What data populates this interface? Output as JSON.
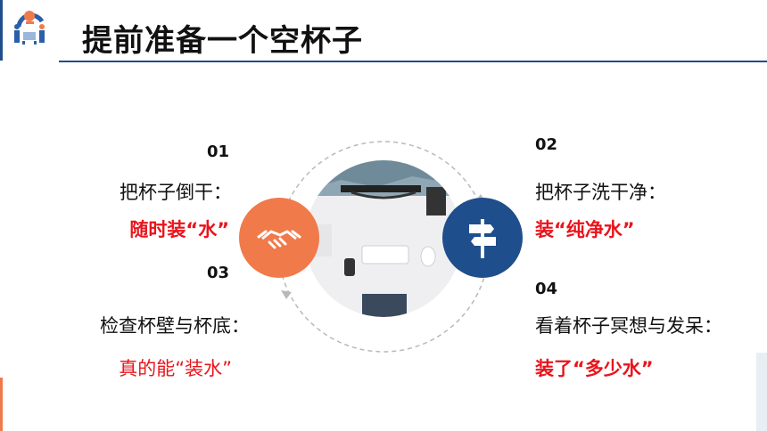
{
  "title": "提前准备一个空杯子",
  "items": [
    {
      "num": "01",
      "label": "把杯子倒干：",
      "highlight": "随时装“水”"
    },
    {
      "num": "02",
      "label": "把杯子洗干净：",
      "highlight": "装“纯净水”"
    },
    {
      "num": "03",
      "label": "检查杯壁与杯底：",
      "highlight": "真的能“装水”"
    },
    {
      "num": "04",
      "label": "看着杯子冥想与发呆：",
      "highlight": "装了“多少水”"
    }
  ],
  "icons": {
    "logo": "team-meeting-illustration",
    "left_badge": "handshake-icon",
    "right_badge": "signpost-icon",
    "center": "desk-photo"
  },
  "colors": {
    "accent_orange": "#f07a4a",
    "accent_blue": "#1f4e8c",
    "highlight_red": "#e8141c"
  }
}
